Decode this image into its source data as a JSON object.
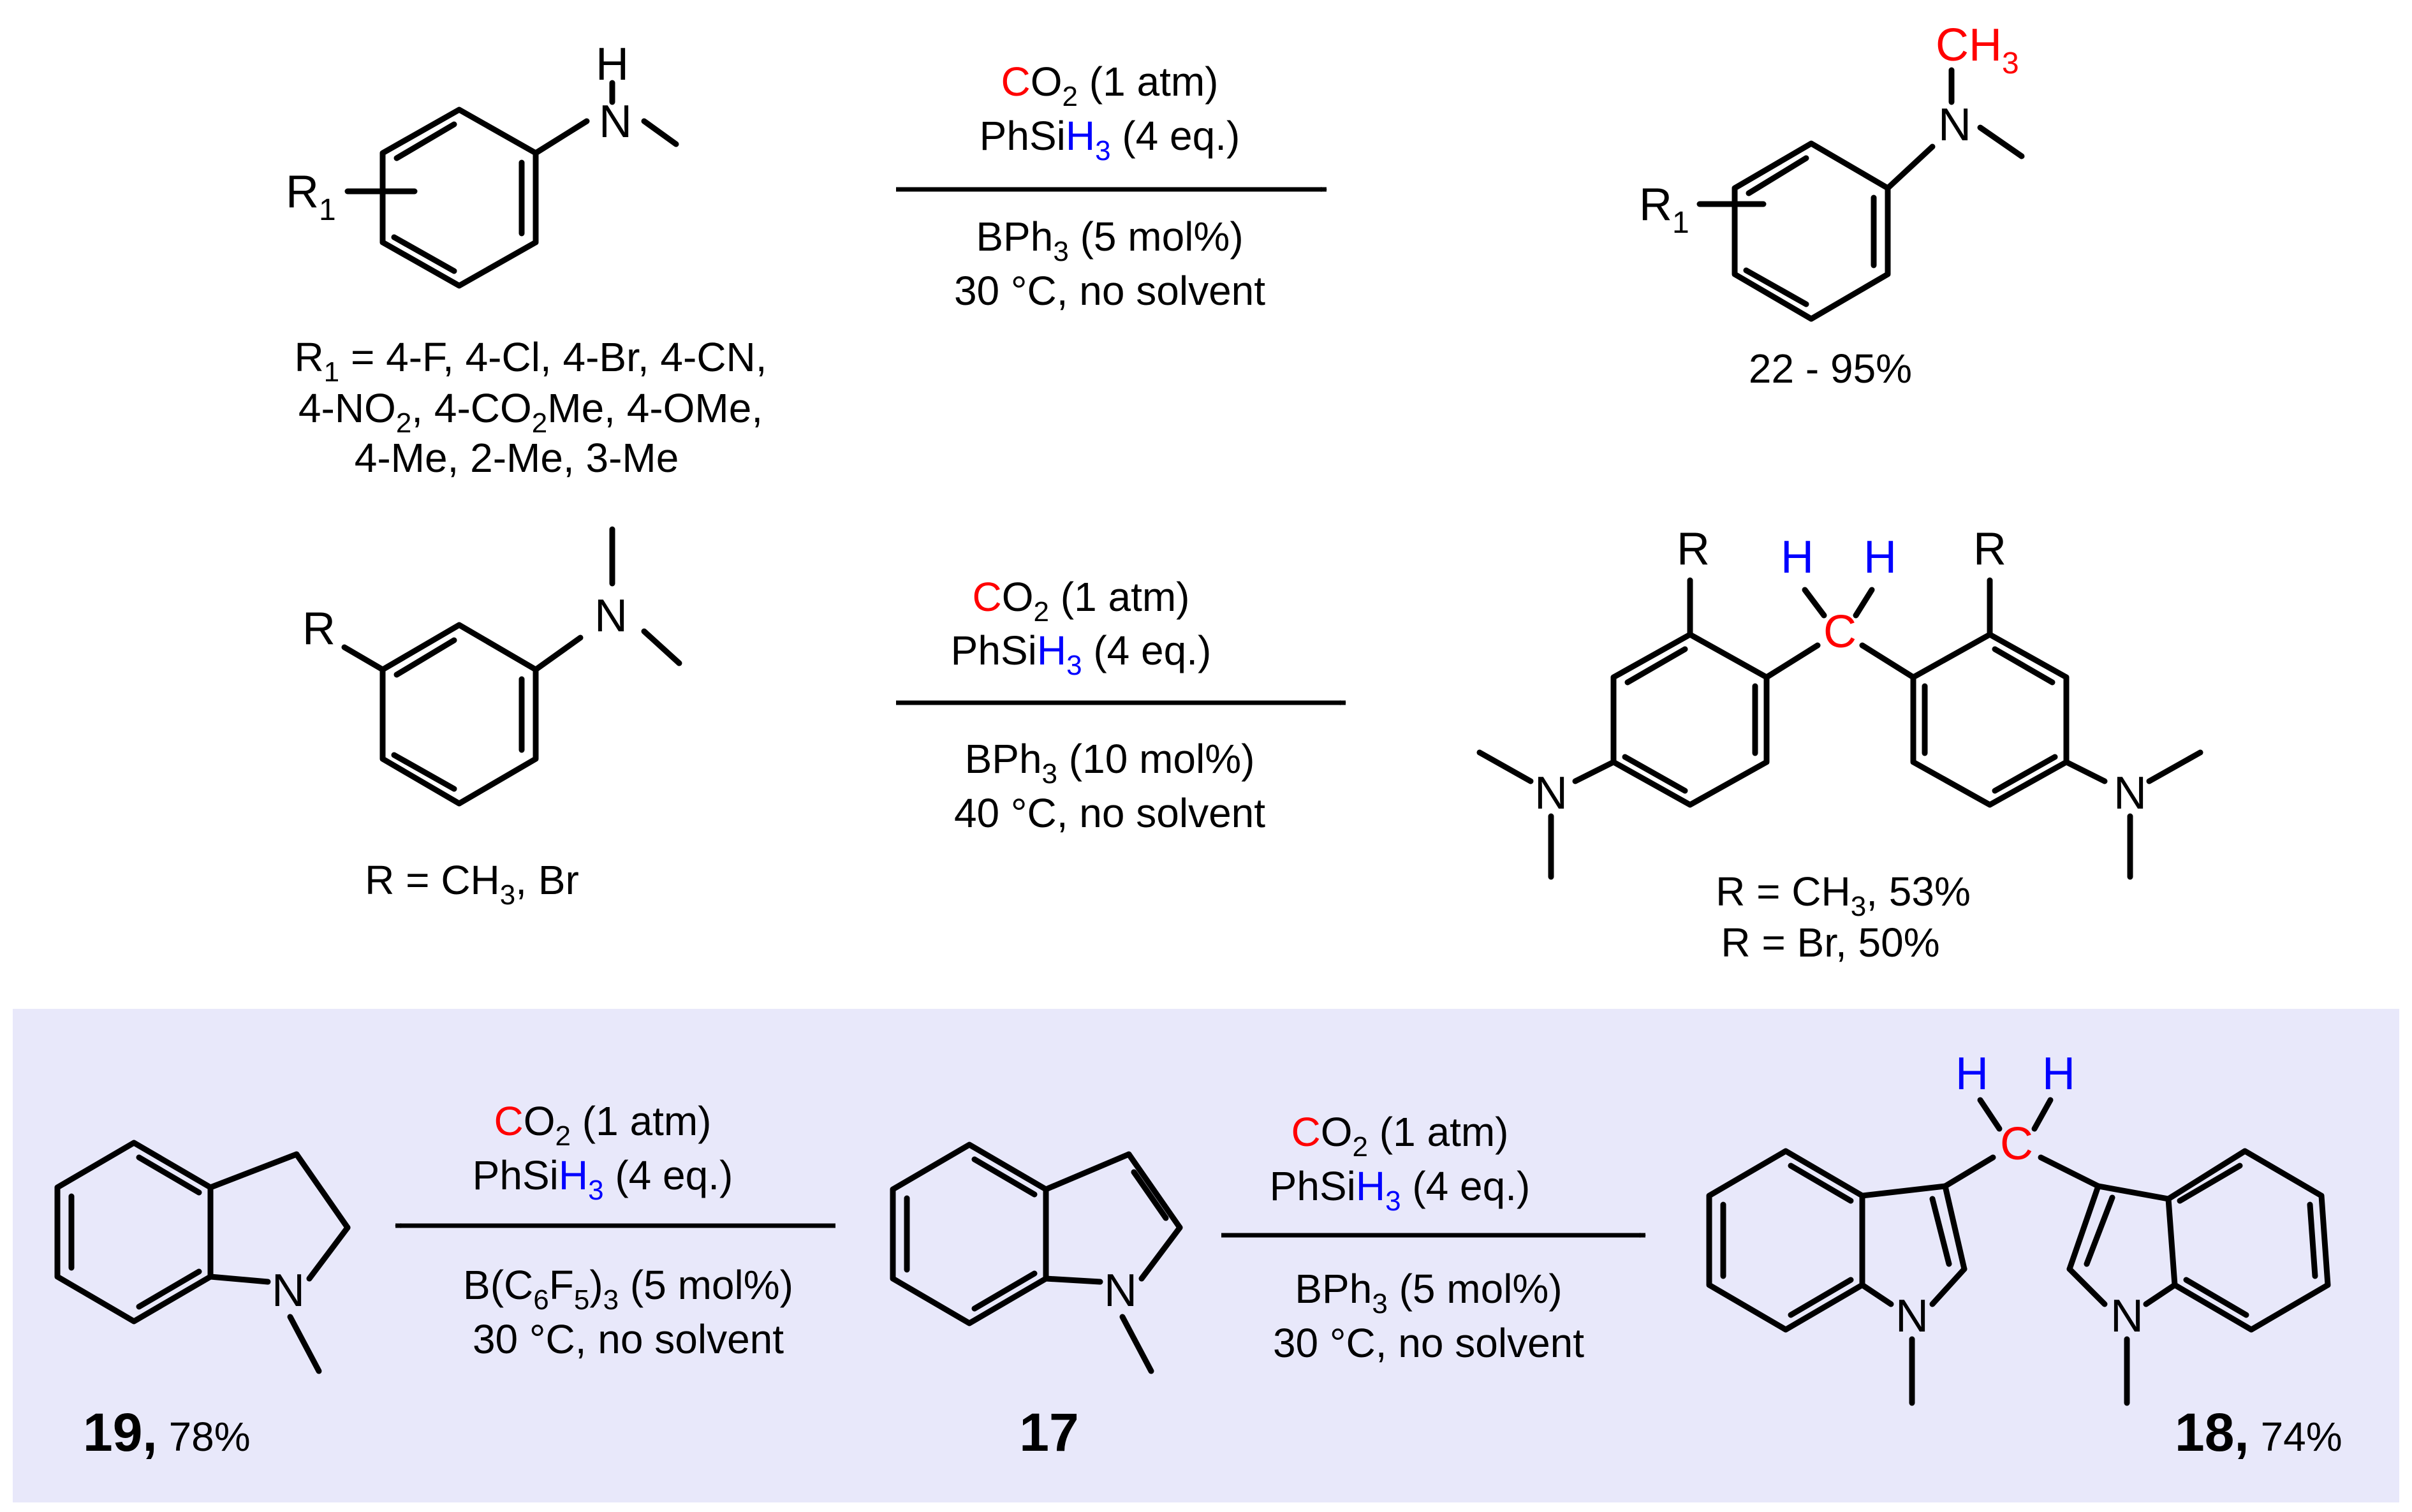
{
  "colors": {
    "carbon_highlight": "#ff0000",
    "hydrogen_highlight": "#0000ff",
    "panel_background": "#e8e8fa",
    "ink": "#000000"
  },
  "atoms": {
    "N": "N",
    "H": "H",
    "C": "C",
    "CH": "CH",
    "sub3": "3",
    "R": "R",
    "R1": "R",
    "sub1": "1"
  },
  "reaction1": {
    "reactant_note": {
      "line1": {
        "a": "R",
        "sub": "1",
        "b": " = 4-F, 4-Cl, 4-Br, 4-CN,"
      },
      "line2": {
        "a": "4-NO",
        "sub1": "2",
        "b": ", 4-CO",
        "sub2": "2",
        "c": "Me, 4-OMe,"
      },
      "line3": "4-Me, 2-Me, 3-Me"
    },
    "conditions": {
      "co2": {
        "c": "C",
        "o": "O",
        "sub": "2",
        "rest": " (1 atm)"
      },
      "silane": {
        "a": "PhSi",
        "h": "H",
        "sub": "3",
        "rest": " (4 eq.)"
      },
      "catalyst": {
        "a": "BPh",
        "sub": "3",
        "rest": " (5 mol%)"
      },
      "temp": "30 °C, no solvent"
    },
    "yield": "22 - 95%"
  },
  "reaction2": {
    "reactant_note": {
      "a": "R = CH",
      "sub": "3",
      "b": ", Br"
    },
    "conditions": {
      "co2": {
        "c": "C",
        "o": "O",
        "sub": "2",
        "rest": " (1 atm)"
      },
      "silane": {
        "a": "PhSi",
        "h": "H",
        "sub": "3",
        "rest": " (4 eq.)"
      },
      "catalyst": {
        "a": "BPh",
        "sub": "3",
        "rest": " (10 mol%)"
      },
      "temp": "40 °C, no solvent"
    },
    "yield_line1": {
      "a": "R = CH",
      "sub": "3",
      "b": ", 53%"
    },
    "yield_line2": "R = Br, 50%"
  },
  "reaction3": {
    "left_conditions": {
      "co2": {
        "c": "C",
        "o": "O",
        "sub": "2",
        "rest": " (1 atm)"
      },
      "silane": {
        "a": "PhSi",
        "h": "H",
        "sub": "3",
        "rest": " (4 eq.)"
      },
      "catalyst": {
        "a": "B(C",
        "sub1": "6",
        "b": "F",
        "sub2": "5",
        "c": ")",
        "sub3": "3",
        "rest": " (5 mol%)"
      },
      "temp": "30 °C, no solvent"
    },
    "right_conditions": {
      "co2": {
        "c": "C",
        "o": "O",
        "sub": "2",
        "rest": " (1 atm)"
      },
      "silane": {
        "a": "PhSi",
        "h": "H",
        "sub": "3",
        "rest": " (4 eq.)"
      },
      "catalyst": {
        "a": "BPh",
        "sub": "3",
        "rest": " (5 mol%)"
      },
      "temp": "30 °C, no solvent"
    },
    "compound_19": {
      "label": "19,",
      "yield": " 78%"
    },
    "compound_17": {
      "label": "17"
    },
    "compound_18": {
      "label": "18,",
      "yield": " 74%"
    }
  }
}
